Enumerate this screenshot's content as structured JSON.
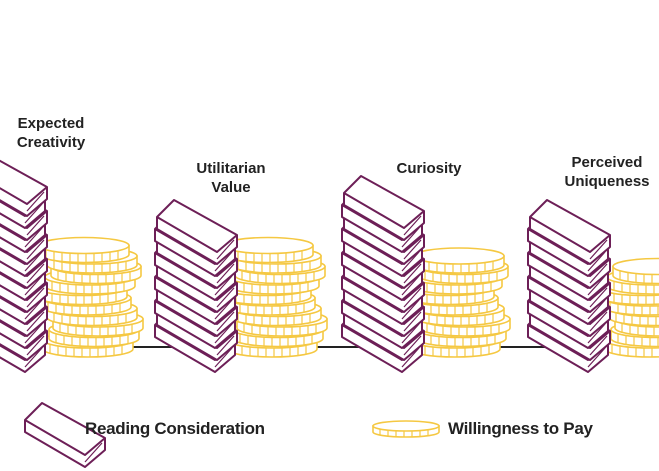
{
  "chart_data": {
    "type": "pictogram",
    "title": "",
    "categories": [
      "Expected Creativity",
      "Utilitarian Value",
      "Curiosity",
      "Perceived Uniqueness"
    ],
    "category_lines": [
      [
        "Expected",
        "Creativity"
      ],
      [
        "Utilitarian",
        "Value"
      ],
      [
        "Curiosity"
      ],
      [
        "Perceived",
        "Uniqueness"
      ]
    ],
    "series": [
      {
        "name": "Reading Consideration",
        "icon": "book-icon",
        "color": "#6d1f57",
        "values": [
          14,
          10,
          12,
          10
        ]
      },
      {
        "name": "Willingness to Pay",
        "icon": "coin-icon",
        "color": "#f5c842",
        "values": [
          10,
          10,
          9,
          8
        ]
      }
    ],
    "legend": {
      "placement": "bottom",
      "items": [
        "Reading Consideration",
        "Willingness to Pay"
      ]
    }
  }
}
